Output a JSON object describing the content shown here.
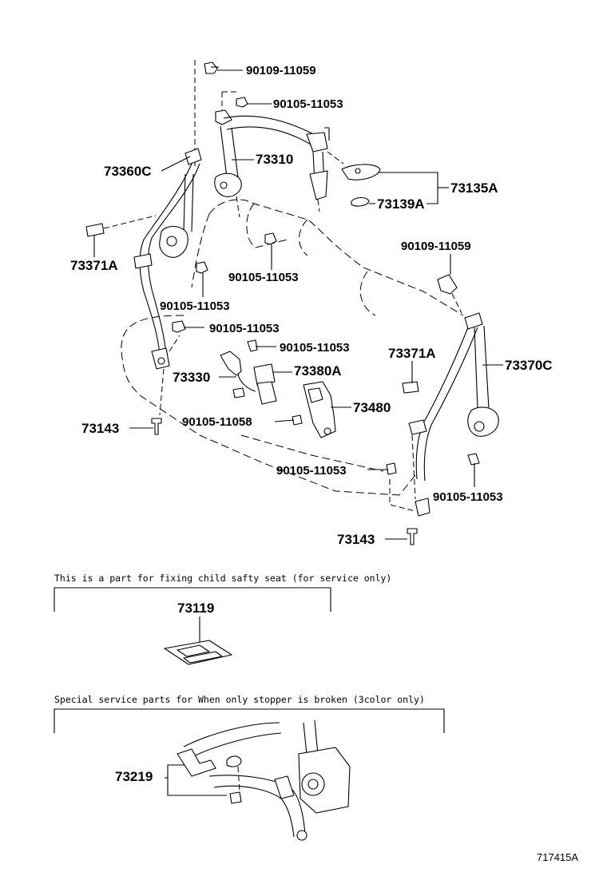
{
  "diagram": {
    "code": "717415A",
    "labels": {
      "p90109_top": "90109-11059",
      "p90105_top": "90105-11053",
      "p73360C": "73360C",
      "p73310": "73310",
      "p73135A": "73135A",
      "p73139A": "73139A",
      "p73371A_left": "73371A",
      "p90105_mid": "90105-11053",
      "p90109_right": "90109-11059",
      "p90105_left": "90105-11053",
      "p90105_belt": "90105-11053",
      "p90105_center": "90105-11053",
      "p73330": "73330",
      "p73380A": "73380A",
      "p73371A_right": "73371A",
      "p73370C": "73370C",
      "p73480": "73480",
      "p73143_left": "73143",
      "p90105_11058": "90105-11058",
      "p90105_bottom": "90105-11053",
      "p90105_right": "90105-11053",
      "p73143_right": "73143"
    },
    "child_seat_box": {
      "caption": "This is a part for fixing child safty seat (for service only)",
      "part": "73119"
    },
    "stopper_box": {
      "caption": "Special service parts for When only stopper is broken (3color only)",
      "part": "73219"
    }
  }
}
